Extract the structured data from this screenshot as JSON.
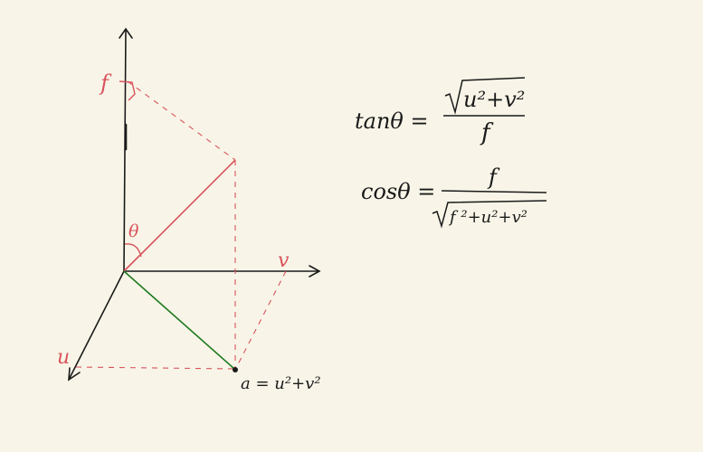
{
  "colors": {
    "background": "#f8f5e8",
    "ink": "#1a1a1a",
    "red": "#d9535b",
    "green": "#1f7a1f"
  },
  "labels": {
    "f_axis": "f",
    "v_axis": "v",
    "u_axis": "u",
    "theta": "θ",
    "point_a": "a = u²+v²"
  },
  "formulas": {
    "tan": {
      "lhs": "tanθ =",
      "numerator": "u²+v²",
      "denominator": "f"
    },
    "cos": {
      "lhs": "cosθ =",
      "numerator": "f",
      "denominator": "f ²+u²+v²"
    }
  }
}
